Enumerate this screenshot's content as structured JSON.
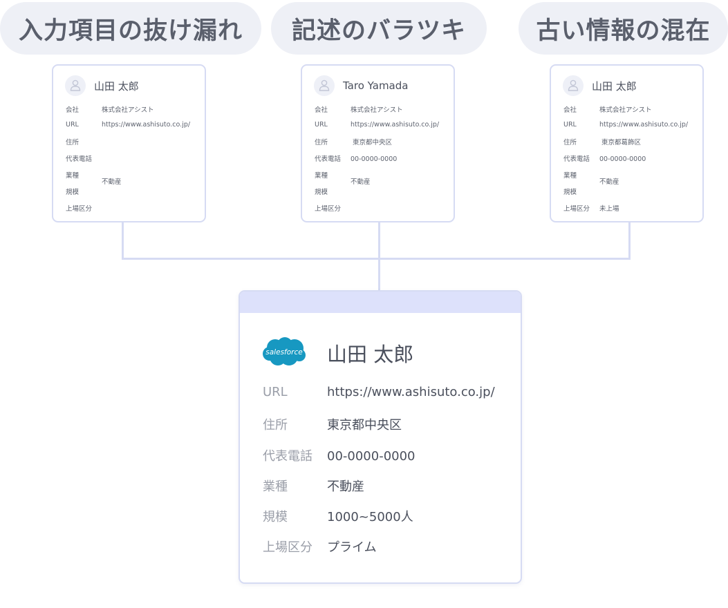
{
  "pills": [
    "入力項目の抜け漏れ",
    "記述のバラツキ",
    "古い情報の混在"
  ],
  "cards": [
    {
      "name": "山田 太郎",
      "labels": {
        "company": "会社",
        "url": "URL",
        "address": "住所",
        "phone": "代表電話",
        "industry": "業種",
        "scale": "規模",
        "listing": "上場区分"
      },
      "company": "株式会社アシスト",
      "url": "https://www.ashisuto.co.jp/",
      "address": "",
      "phone": "",
      "industry": "不動産",
      "listing": ""
    },
    {
      "name": "Taro Yamada",
      "labels": {
        "company": "会社",
        "url": "URL",
        "address": "住所",
        "phone": "代表電話",
        "industry": "業種",
        "scale": "規模",
        "listing": "上場区分"
      },
      "company": "株式会社アシスト",
      "url": "https://www.ashisuto.co.jp/",
      "address": "東京都中央区",
      "phone": "00-0000-0000",
      "industry": "不動産",
      "listing": ""
    },
    {
      "name": "山田 太郎",
      "labels": {
        "company": "会社",
        "url": "URL",
        "address": "住所",
        "phone": "代表電話",
        "industry": "業種",
        "scale": "規模",
        "listing": "上場区分"
      },
      "company": "株式会社アシスト",
      "url": "https://www.ashisuto.co.jp/",
      "address": "東京都葛飾区",
      "phone": "00-0000-0000",
      "industry": "不動産",
      "listing": "未上場"
    }
  ],
  "merged": {
    "logo_text": "salesforce",
    "name": "山田 太郎",
    "rows": [
      {
        "label": "URL",
        "value": "https://www.ashisuto.co.jp/"
      },
      {
        "label": "住所",
        "value": "東京都中央区"
      },
      {
        "label": "代表電話",
        "value": "00-0000-0000"
      },
      {
        "label": "業種",
        "value": "不動産"
      },
      {
        "label": "規模",
        "value": "1000~5000人"
      },
      {
        "label": "上場区分",
        "value": "プライム"
      }
    ]
  },
  "colors": {
    "pill_bg": "#eef0f6",
    "border": "#d6dbf3",
    "header_band": "#dde1fb",
    "salesforce_blue": "#1798c1"
  }
}
